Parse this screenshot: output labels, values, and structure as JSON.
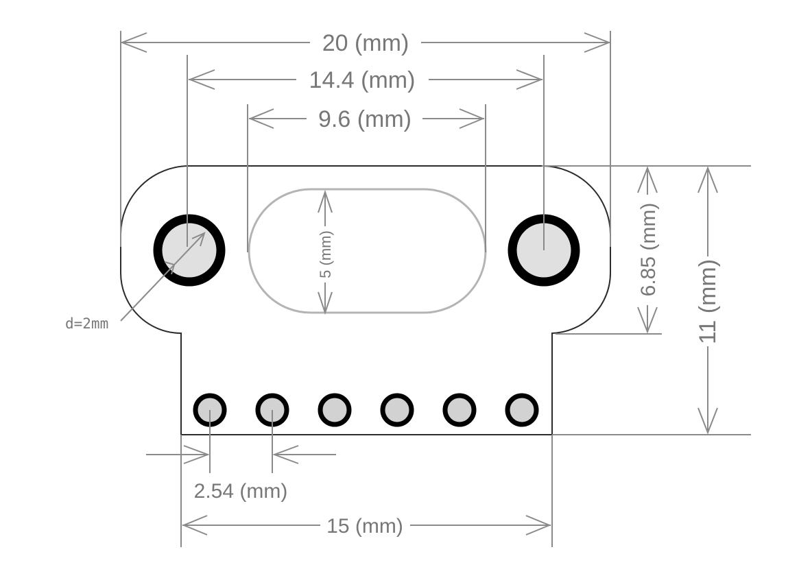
{
  "diagram": {
    "dimensions": {
      "overall_width": "20 (mm)",
      "mount_hole_spacing": "14.4 (mm)",
      "slot_width": "9.6 (mm)",
      "slot_height": "5 (mm)",
      "mount_section_height": "6.85 (mm)",
      "total_height": "11 (mm)",
      "pin_pitch": "2.54 (mm)",
      "base_width": "15 (mm)",
      "hole_diameter": "d=2mm"
    },
    "pin_count": 6,
    "mount_hole_count": 2
  }
}
